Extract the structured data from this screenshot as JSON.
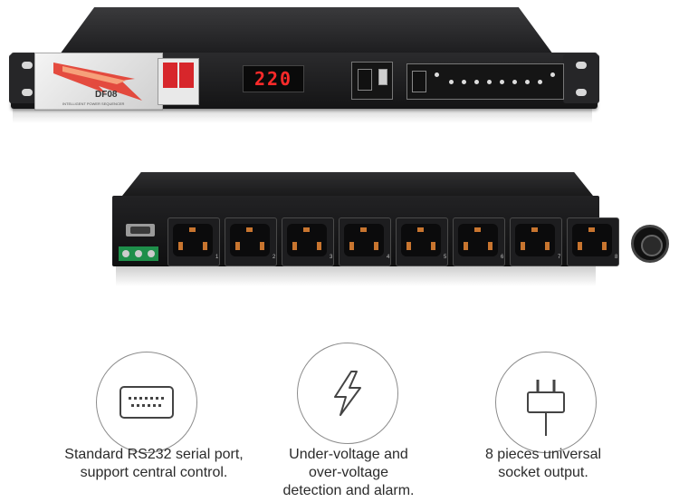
{
  "front_unit": {
    "model": "DF08",
    "display_value": "220",
    "plate_small_text": "INTELLIGENT POWER SEQUENCER"
  },
  "features": [
    {
      "icon": "serial-port-icon",
      "line1": "Standard RS232 serial port,",
      "line2": "support central control.",
      "line3": ""
    },
    {
      "icon": "lightning-icon",
      "line1": "Under-voltage and",
      "line2": "over-voltage",
      "line3": "detection and alarm."
    },
    {
      "icon": "power-plug-icon",
      "line1": "8 pieces universal",
      "line2": "socket output.",
      "line3": ""
    }
  ],
  "rear_unit": {
    "socket_numbers": [
      "1",
      "2",
      "3",
      "4",
      "5",
      "6",
      "7",
      "8"
    ]
  }
}
